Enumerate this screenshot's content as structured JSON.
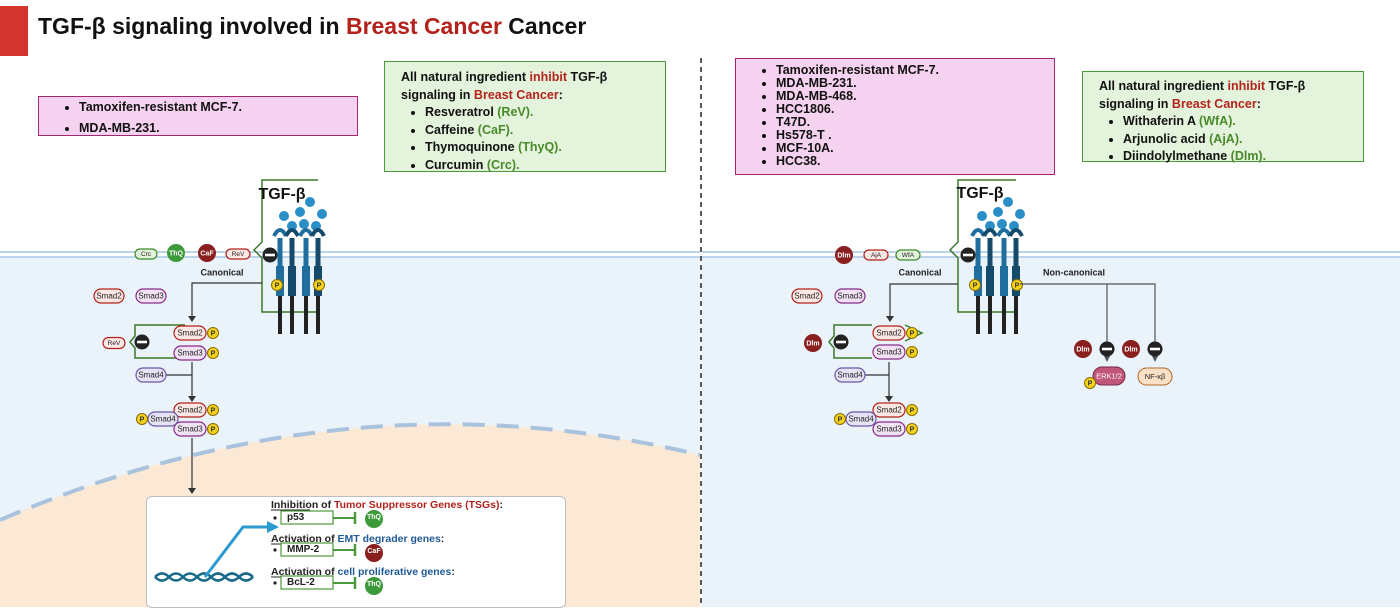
{
  "title": {
    "prefix": "TGF-β signaling involved in ",
    "highlight": "Breast Cancer",
    "suffix": " Cancer"
  },
  "colors": {
    "red_accent": "#d2352d",
    "dark_red": "#b3221b",
    "membrane": "#bcd4ea",
    "cytoplasm": "#eaf2fa",
    "nucleus": "#fbe9d6",
    "receptor_blue": "#1f6e9e"
  },
  "left": {
    "cell_lines": [
      "Tamoxifen-resistant MCF-7.",
      "MDA-MB-231."
    ],
    "natural_box": {
      "head_pre": "All natural ingredient ",
      "head_inhibit": "inhibit",
      "head_mid": " TGF-β signaling in ",
      "head_cancer": "Breast Cancer",
      "head_colon": ":",
      "items": [
        {
          "name": "Resveratrol ",
          "abbr": "(ReV)."
        },
        {
          "name": "Caffeine ",
          "abbr": "(CaF)."
        },
        {
          "name": "Thymoquinone ",
          "abbr": "(ThyQ)."
        },
        {
          "name": "Curcumin ",
          "abbr": "(Crc)."
        }
      ]
    },
    "ligand_label": "TGF-β",
    "canonical_label": "Canonical",
    "inhibitors": [
      "Crc",
      "ThQ",
      "CaF",
      "ReV"
    ],
    "smads": {
      "smad2": "Smad2",
      "smad3": "Smad3",
      "smad4": "Smad4"
    },
    "rev_label": "ReV",
    "p_label": "P",
    "genes": {
      "head1_pre": "Inhibition of ",
      "head1_red": "Tumor Suppressor Genes (TSGs)",
      "head1_post": ":",
      "gene1": "p53",
      "drug1": "ThQ",
      "head2_pre": "Activation of ",
      "head2_blue": "EMT degrader genes",
      "head2_post": ":",
      "gene2": "MMP-2",
      "drug2": "CaF",
      "head3_pre": "Activation of ",
      "head3_blue": "cell proliferative genes",
      "head3_post": ":",
      "gene3": "BcL-2",
      "drug3": "ThQ"
    }
  },
  "right": {
    "cell_lines": [
      "Tamoxifen-resistant MCF-7.",
      "MDA-MB-231.",
      "MDA-MB-468.",
      "HCC1806.",
      "T47D.",
      "Hs578-T .",
      "MCF-10A.",
      "HCC38."
    ],
    "natural_box": {
      "head_pre": "All natural ingredient ",
      "head_inhibit": "inhibit",
      "head_mid": " TGF-β signaling in ",
      "head_cancer": "Breast Cancer",
      "head_colon": ":",
      "items": [
        {
          "name": "Withaferin A ",
          "abbr": "(WfA)."
        },
        {
          "name": "Arjunolic acid ",
          "abbr": "(AjA)."
        },
        {
          "name": "Diindolylmethane ",
          "abbr": "(Dlm)."
        }
      ]
    },
    "ligand_label": "TGF-β",
    "canonical_label": "Canonical",
    "noncanonical_label": "Non-canonical",
    "inhibitors": [
      "Dlm",
      "AjA",
      "WfA"
    ],
    "smads": {
      "smad2": "Smad2",
      "smad3": "Smad3",
      "smad4": "Smad4"
    },
    "dlm_label": "Dlm",
    "erk_label": "ERK1/2",
    "nfkb_label": "NF-κβ",
    "p_label": "P"
  }
}
